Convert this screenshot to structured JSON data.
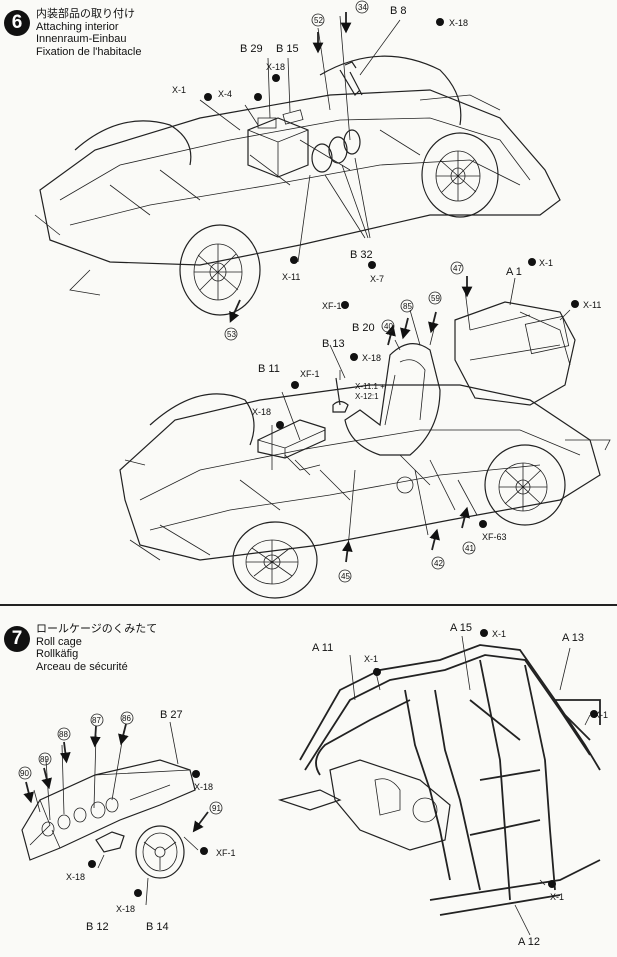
{
  "step6": {
    "number": "6",
    "title_ja": "内装部品の取り付け",
    "title_en": "Attaching interior",
    "title_de": "Innenraum-Einbau",
    "title_fr": "Fixation de l'habitacle"
  },
  "step7": {
    "number": "7",
    "title_ja": "ロールケージのくみたて",
    "title_en": "Roll cage",
    "title_de": "Rollkäfig",
    "title_fr": "Arceau de sécurité"
  },
  "labels": {
    "b8": "B 8",
    "b29": "B 29",
    "b15": "B 15",
    "b32": "B 32",
    "x18_a": "X-18",
    "x18_b": "X-18",
    "x1_a": "X-1",
    "x4": "X-4",
    "x11_a": "X-11",
    "x7": "X-7",
    "p52": "52",
    "p34": "34",
    "p53": "53",
    "a1": "A 1",
    "x1_b": "X-1",
    "p47": "47",
    "x11_b": "X-11",
    "xf1_a": "XF-1",
    "b20": "B 20",
    "p85": "85",
    "p59": "59",
    "p40": "40",
    "b13": "B 13",
    "x18_c": "X-18",
    "b11": "B 11",
    "xf1_b": "XF-1",
    "x11_mix": "X-11:1 +",
    "x12_mix": "X-12:1",
    "x18_d": "X-18",
    "xf63": "XF-63",
    "p41": "41",
    "p42": "42",
    "p45": "45",
    "a15": "A 15",
    "x1_c": "X-1",
    "a13": "A 13",
    "a11": "A 11",
    "x1_d": "X-1",
    "x1_e": "X-1",
    "b27": "B 27",
    "p88": "88",
    "p87": "87",
    "p86": "86",
    "p89": "89",
    "p90": "90",
    "x18_e": "X-18",
    "p91": "91",
    "xf1_c": "XF-1",
    "x18_f": "X-18",
    "x18_g": "X-18",
    "b12": "B 12",
    "b14": "B 14",
    "x1_f": "X-1",
    "a12": "A 12"
  }
}
